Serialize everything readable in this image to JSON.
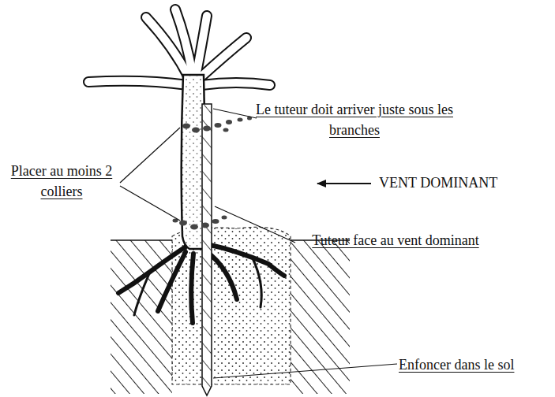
{
  "diagram": {
    "labels": [
      "Le tuteur doit arriver juste sous les branches",
      "Placer au moins 2 colliers",
      "VENT DOMINANT",
      "Tuteur face au vent dominant",
      "Enfoncer dans le sol"
    ]
  }
}
